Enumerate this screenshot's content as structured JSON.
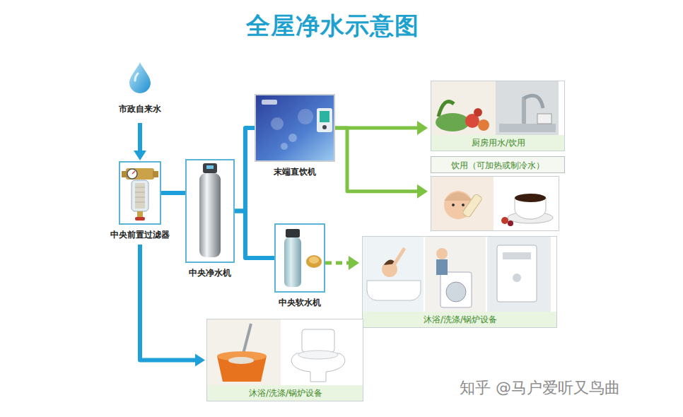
{
  "diagram": {
    "title": "全屋净水示意图",
    "nodes": [
      {
        "text": [
          "市政自来水"
        ]
      },
      {
        "text": [
          "中央前置过滤器"
        ]
      },
      {
        "text": [
          "中央净水机"
        ]
      },
      {
        "text": [
          "末端直饮机"
        ]
      },
      {
        "text": [
          "中央软水机"
        ]
      },
      {
        "text": [
          "厨房用水/饮用"
        ]
      },
      {
        "text": [
          "饮用（可加热或制冷水）"
        ]
      },
      {
        "text": [
          "沐浴/洗涤/锅炉设备"
        ]
      },
      {
        "text": [
          "沐浴/洗涤/锅炉设备"
        ]
      }
    ],
    "edges": [
      {
        "from": 0,
        "to": 1,
        "arrow": "to"
      },
      {
        "from": 1,
        "to": 2,
        "arrow": "none"
      },
      {
        "from": 2,
        "to": 3,
        "arrow": "none"
      },
      {
        "from": 2,
        "to": 4,
        "arrow": "none"
      },
      {
        "from": 3,
        "to": 5,
        "arrow": "to"
      },
      {
        "from": 3,
        "to": 6,
        "arrow": "to"
      },
      {
        "from": 4,
        "to": 7,
        "arrow": "to"
      },
      {
        "from": 1,
        "to": 8,
        "arrow": "to"
      }
    ],
    "labels": [
      "知乎 @马户爱听又鸟曲"
    ]
  }
}
